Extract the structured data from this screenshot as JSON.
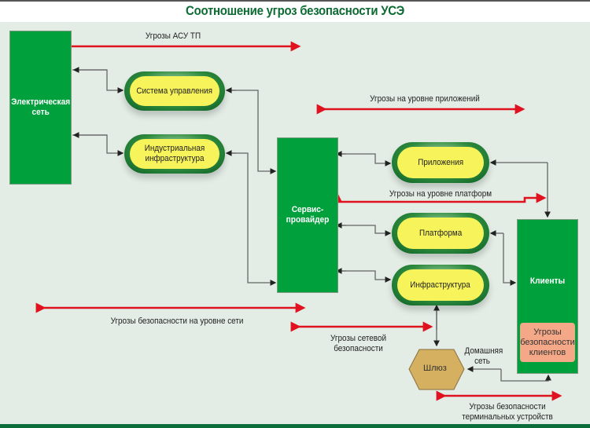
{
  "title": "Соотношение угроз безопасности УСЭ",
  "colors": {
    "title": "#0d6b33",
    "background": "#e3ece5",
    "box_green": "#00a03c",
    "pill_fill": "#f7f35a",
    "threat_arrow": "#e0121f",
    "gateway": "#d4b060",
    "client_threat": "#f4a887",
    "connector": "#555555"
  },
  "nodes": {
    "electric_grid": "Электрическая сеть",
    "control_system": "Система управления",
    "industrial_infra": "Индустриальная инфраструктура",
    "service_provider": "Сервис-провайдер",
    "applications": "Приложения",
    "platform": "Платформа",
    "infrastructure": "Инфраструктура",
    "clients": "Клиенты",
    "client_threats": "Угрозы безопасности клиентов",
    "gateway": "Шлюз",
    "home_network": "Домашняя сеть"
  },
  "threats": {
    "acs": "Угрозы АСУ ТП",
    "app_level": "Угрозы на уровне приложений",
    "platform_level": "Угрозы на уровне платформ",
    "network_level": "Угрозы безопасности на уровне сети",
    "network_security": "Угрозы сетевой безопасности",
    "terminal_devices": "Угрозы безопасности терминальных устройств"
  }
}
